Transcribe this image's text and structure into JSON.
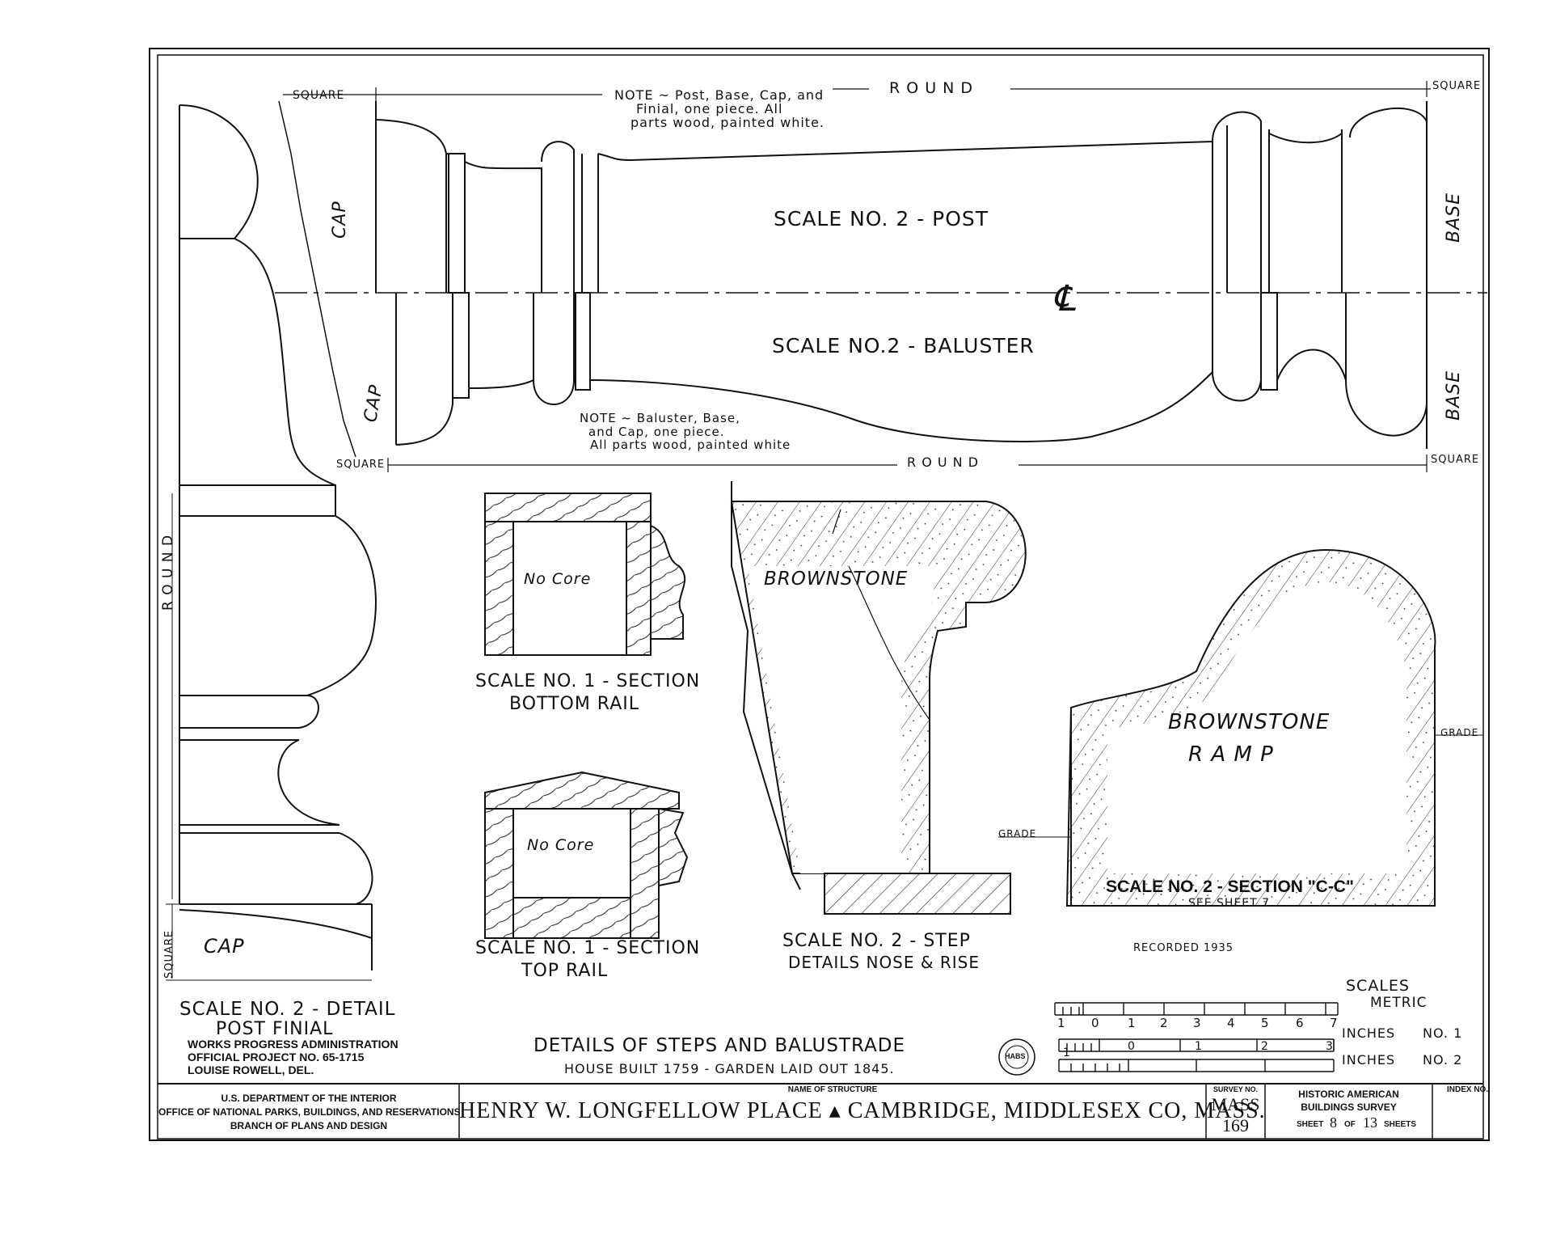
{
  "post": {
    "square_left": "SQUARE",
    "square_right": "SQUARE",
    "round": "R O U N D",
    "note": [
      "NOTE ~ Post, Base, Cap, and",
      "Finial, one piece. All",
      "parts wood, painted white."
    ],
    "cap": "CAP",
    "base": "BASE",
    "title": "SCALE NO. 2 - POST"
  },
  "centerline": "℄",
  "baluster": {
    "title": "SCALE NO.2 - BALUSTER",
    "cap": "CAP",
    "base": "BASE",
    "note": [
      "NOTE ~ Baluster, Base,",
      "and Cap, one piece.",
      "All parts wood, painted white"
    ],
    "square_left": "SQUARE",
    "square_right": "SQUARE",
    "round": "R O U N D"
  },
  "finial": {
    "round": "R O U N D",
    "square": "SQUARE",
    "cap": "CAP",
    "title": "SCALE NO. 2 - DETAIL",
    "subtitle": "POST FINIAL"
  },
  "bottom_rail": {
    "core": "No Core",
    "title": "SCALE NO. 1 - SECTION",
    "subtitle": "BOTTOM RAIL"
  },
  "top_rail": {
    "core": "No Core",
    "title": "SCALE NO. 1 - SECTION",
    "subtitle": "TOP RAIL"
  },
  "step": {
    "material": "BROWNSTONE",
    "title": "SCALE NO. 2 - STEP",
    "subtitle": "DETAILS NOSE & RISE"
  },
  "ramp": {
    "material_1": "BROWNSTONE",
    "material_2": "R A M P",
    "grade_left": "GRADE",
    "grade_right": "GRADE",
    "title": "SCALE NO. 2 - SECTION \"C-C\"",
    "subtitle": "SEE SHEET 7"
  },
  "recorded": "RECORDED 1935",
  "credits": [
    "WORKS PROGRESS ADMINISTRATION",
    "OFFICIAL PROJECT NO. 65-1715",
    "LOUISE ROWELL, DEL."
  ],
  "drawing_title": "DETAILS OF STEPS AND BALUSTRADE",
  "drawing_subtitle": "HOUSE BUILT 1759 - GARDEN LAID OUT 1845.",
  "scales": {
    "heading": "SCALES",
    "metric": "METRIC",
    "scale1_ticks": [
      "1",
      "0",
      "1",
      "2",
      "3",
      "4",
      "5",
      "6",
      "7"
    ],
    "scale1_label": "INCHES",
    "scale1_no": "NO. 1",
    "scale2_ticks": [
      "1",
      "0",
      "1",
      "2",
      "3"
    ],
    "scale2_label": "INCHES",
    "scale2_no": "NO. 2"
  },
  "seal": "HABS",
  "title_block": {
    "agency": [
      "U.S. DEPARTMENT OF THE INTERIOR",
      "OFFICE OF NATIONAL PARKS, BUILDINGS, AND RESERVATIONS",
      "BRANCH OF PLANS AND DESIGN"
    ],
    "name_label": "NAME OF STRUCTURE",
    "structure": "HENRY W. LONGFELLOW PLACE ▴ CAMBRIDGE, MIDDLESEX CO, MASS.",
    "survey_label": "SURVEY NO.",
    "survey_state": "MASS",
    "survey_no": "169",
    "habs": [
      "HISTORIC AMERICAN",
      "BUILDINGS SURVEY"
    ],
    "sheet_prefix": "SHEET",
    "sheet_no": "8",
    "sheet_of": "OF",
    "sheet_total": "13",
    "sheet_suffix": "SHEETS",
    "index_label": "INDEX NO."
  }
}
